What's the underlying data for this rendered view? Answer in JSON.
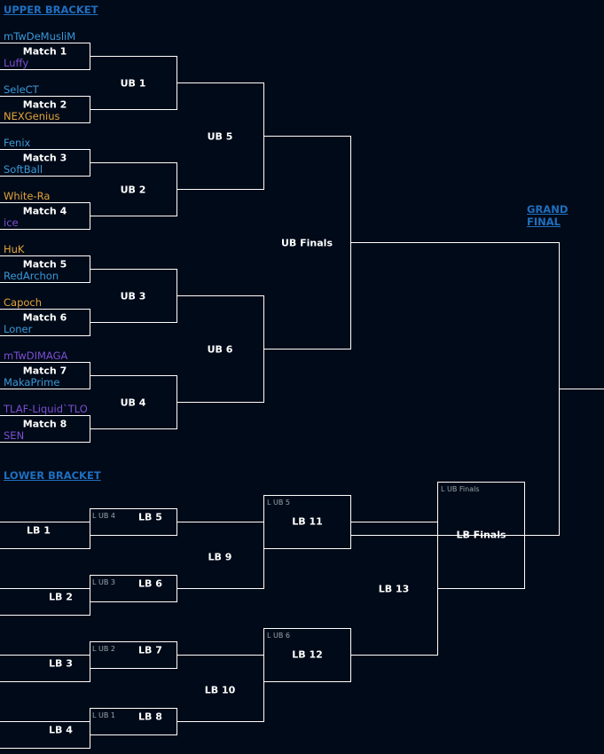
{
  "headers": {
    "upper": "UPPER BRACKET",
    "lower": "LOWER BRACKET",
    "grand": "GRAND FINAL"
  },
  "race_colors": {
    "terran": "#3a98d8",
    "zerg": "#7b4fd4",
    "protoss": "#e2a43a"
  },
  "matches": [
    {
      "label": "Match 1",
      "p1": "mTwDeMusliM",
      "p2": "Luffy"
    },
    {
      "label": "Match 2",
      "p1": "SeleCT",
      "p2": "NEXGenius"
    },
    {
      "label": "Match 3",
      "p1": "Fenix",
      "p2": "SoftBall"
    },
    {
      "label": "Match 4",
      "p1": "White-Ra",
      "p2": "ice"
    },
    {
      "label": "Match 5",
      "p1": "HuK",
      "p2": "RedArchon"
    },
    {
      "label": "Match 6",
      "p1": "Capoch",
      "p2": "Loner"
    },
    {
      "label": "Match 7",
      "p1": "mTwDIMAGA",
      "p2": "MakaPrime"
    },
    {
      "label": "Match 8",
      "p1": "TLAF-Liquid`TLO",
      "p2": "SEN"
    }
  ],
  "ub": {
    "ub1": "UB 1",
    "ub2": "UB 2",
    "ub3": "UB 3",
    "ub4": "UB 4",
    "ub5": "UB 5",
    "ub6": "UB 6",
    "finals": "UB Finals"
  },
  "lb": {
    "lb1": "LB 1",
    "lb2": "LB 2",
    "lb3": "LB 3",
    "lb4": "LB 4",
    "lb5": "LB 5",
    "lb6": "LB 6",
    "lb7": "LB 7",
    "lb8": "LB 8",
    "lb9": "LB 9",
    "lb10": "LB 10",
    "lb11": "LB 11",
    "lb12": "LB 12",
    "lb13": "LB 13",
    "finals": "LB Finals"
  },
  "drop_notes": {
    "lb5": "L UB 4",
    "lb6": "L UB 3",
    "lb7": "L UB 2",
    "lb8": "L UB 1",
    "lb11": "L UB 5",
    "lb12": "L UB 6",
    "finals": "L UB Finals"
  }
}
